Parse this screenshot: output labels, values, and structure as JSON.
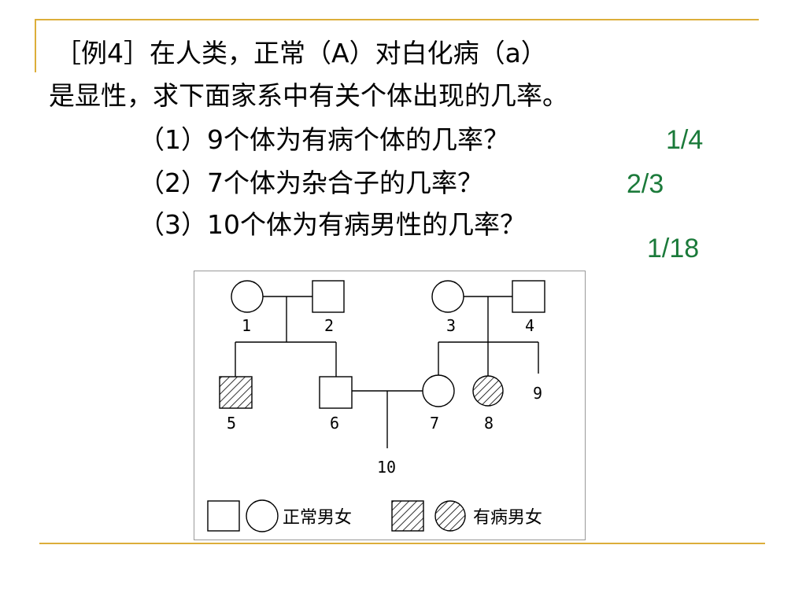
{
  "slide": {
    "line1": "［例4］在人类，正常（A）对白化病（a）",
    "line2": "是显性，求下面家系中有关个体出现的几率。",
    "questions": [
      {
        "text": "（1）9个体为有病个体的几率？",
        "answer": "1/4"
      },
      {
        "text": "（2）7个体为杂合子的几率？",
        "answer": "2/3"
      },
      {
        "text": "（3）10个体为有病男性的几率？",
        "answer": "1/18"
      }
    ]
  },
  "pedigree": {
    "individuals": [
      {
        "label": "1",
        "sex": "female",
        "affected": false
      },
      {
        "label": "2",
        "sex": "male",
        "affected": false
      },
      {
        "label": "3",
        "sex": "female",
        "affected": false
      },
      {
        "label": "4",
        "sex": "male",
        "affected": false
      },
      {
        "label": "5",
        "sex": "male",
        "affected": true
      },
      {
        "label": "6",
        "sex": "male",
        "affected": false
      },
      {
        "label": "7",
        "sex": "female",
        "affected": false
      },
      {
        "label": "8",
        "sex": "female",
        "affected": true
      },
      {
        "label": "9",
        "sex": "unknown",
        "affected": null
      },
      {
        "label": "10",
        "sex": "unknown",
        "affected": null
      }
    ],
    "legend": {
      "normal_label": "正常男女",
      "affected_label": "有病男女"
    }
  },
  "colors": {
    "answer": "#1b7a3a",
    "decor_line": "#dcae3a"
  }
}
